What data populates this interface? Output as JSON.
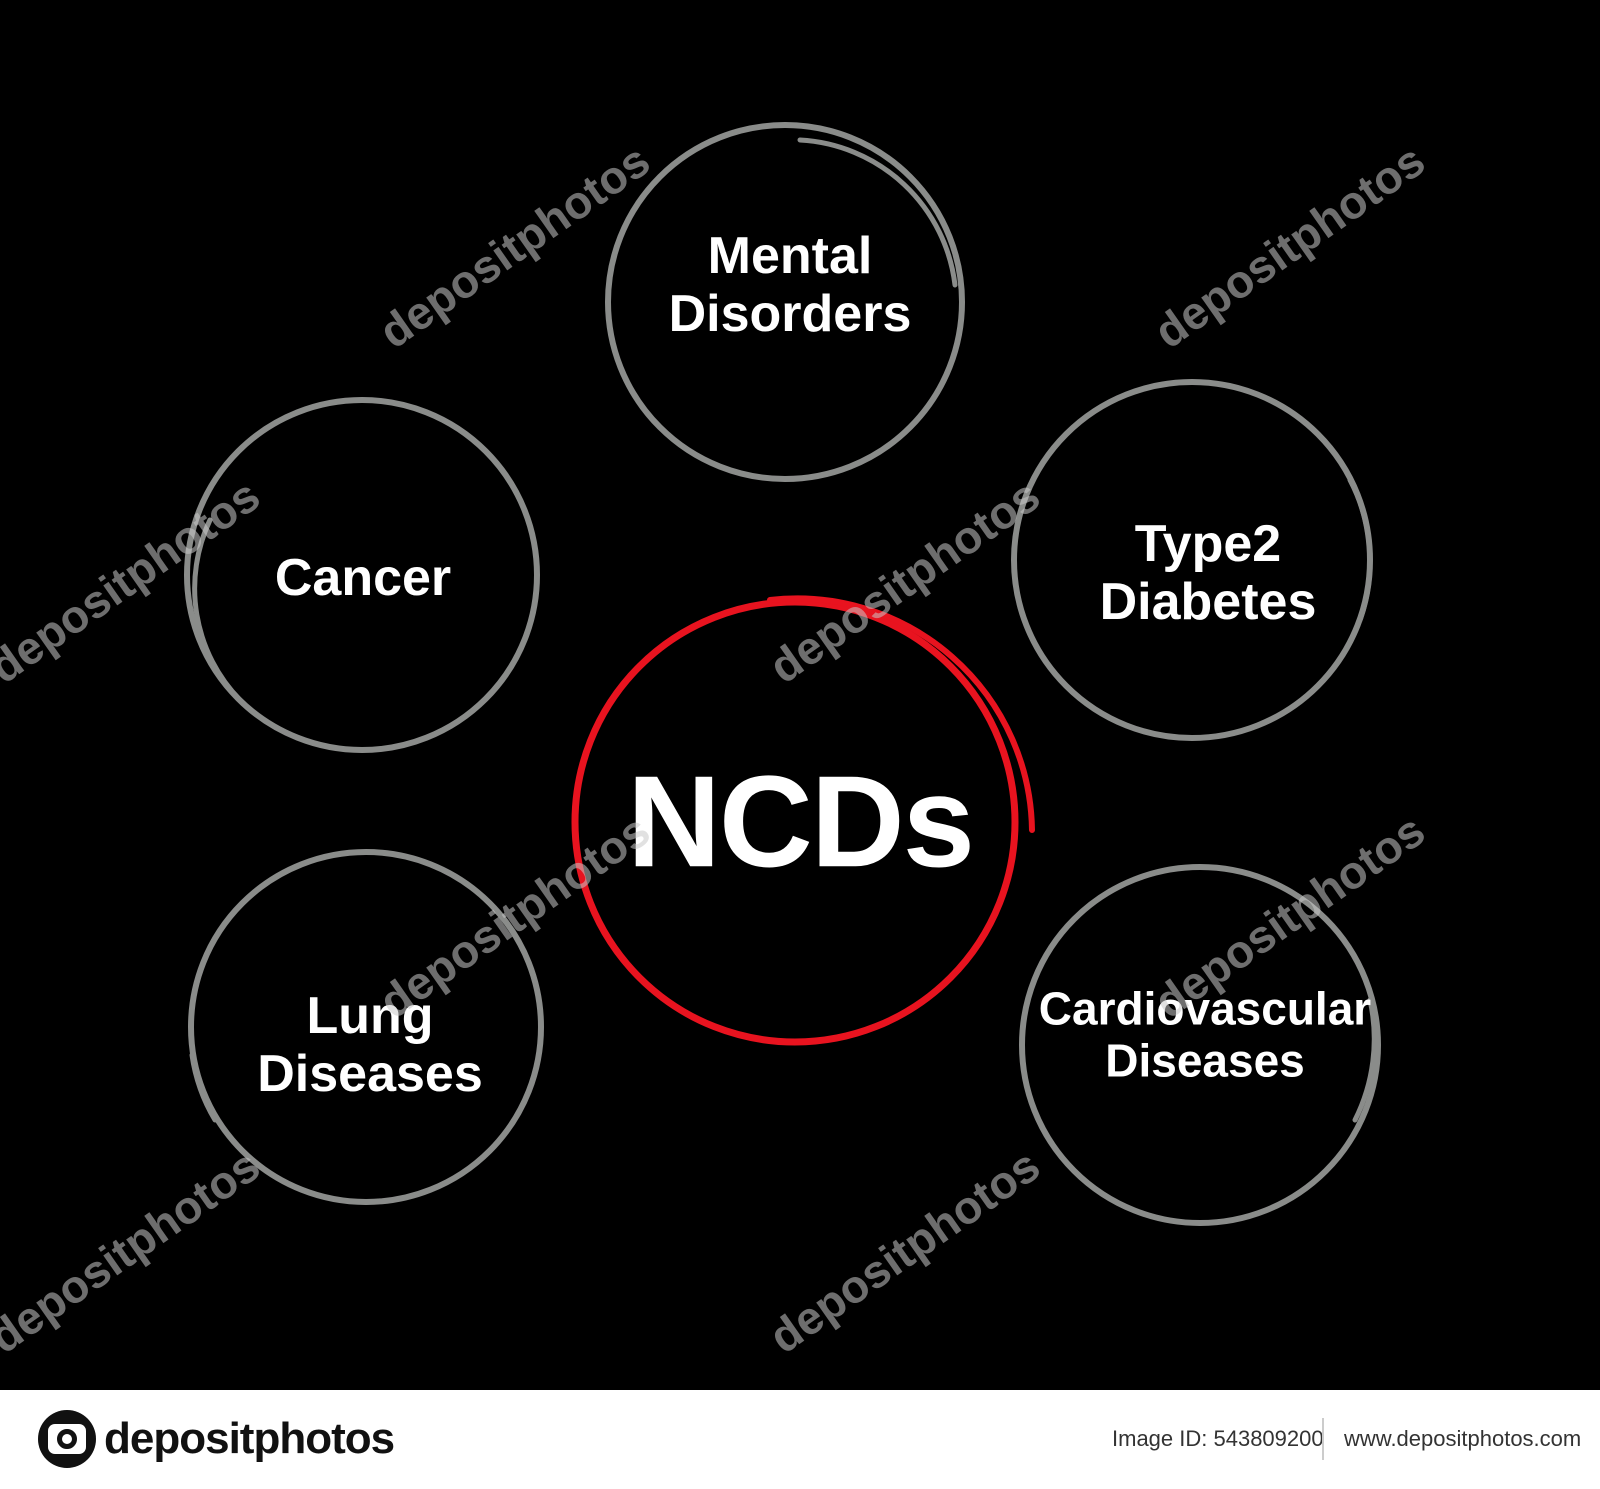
{
  "diagram": {
    "center": {
      "label": "NCDs",
      "color": "#e8131f"
    },
    "satellites": [
      {
        "id": "mental",
        "lines": [
          "Mental",
          "Disorders"
        ]
      },
      {
        "id": "diabetes",
        "lines": [
          "Type2",
          "Diabetes"
        ]
      },
      {
        "id": "cardio",
        "lines": [
          "Cardiovascular",
          "Diseases"
        ]
      },
      {
        "id": "lung",
        "lines": [
          "Lung",
          "Diseases"
        ]
      },
      {
        "id": "cancer",
        "lines": [
          "Cancer"
        ]
      }
    ],
    "ring_color": "#8a8c8a",
    "background": "#000000"
  },
  "watermark": {
    "text": "depositphotos"
  },
  "footer": {
    "logo_text": "depositphotos",
    "image_id": "Image ID: 543809200",
    "site_url": "www.depositphotos.com"
  }
}
